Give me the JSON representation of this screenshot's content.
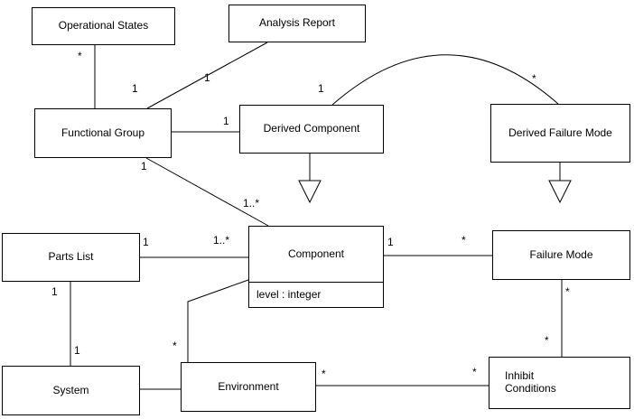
{
  "classes": {
    "operational_states": {
      "name": "Operational States"
    },
    "analysis_report": {
      "name": "Analysis Report"
    },
    "functional_group": {
      "name": "Functional Group"
    },
    "derived_component": {
      "name": "Derived Component"
    },
    "derived_failure_mode": {
      "name": "Derived Failure Mode"
    },
    "parts_list": {
      "name": "Parts List"
    },
    "component": {
      "name": "Component",
      "attributes": [
        "level : integer"
      ]
    },
    "failure_mode": {
      "name": "Failure Mode"
    },
    "system": {
      "name": "System"
    },
    "environment": {
      "name": "Environment"
    },
    "inhibit_conditions": {
      "name": "Inhibit Conditions"
    }
  },
  "multiplicities": {
    "operational_states_end": "*",
    "functional_group_operational_states_end": "1",
    "analysis_report_end": "1",
    "derived_component_functional_group_end": "1",
    "derived_component_arc_end": "1",
    "derived_failure_mode_arc_end": "*",
    "functional_group_component_end": "1",
    "component_functional_group_end": "1..*",
    "parts_list_component_end": "1",
    "component_parts_list_end": "1..*",
    "component_failure_mode_end": "1",
    "failure_mode_component_end": "*",
    "parts_list_system_end": "1",
    "system_parts_list_end": "1",
    "environment_component_end": "*",
    "environment_inhibit_end": "*",
    "inhibit_environment_end": "*",
    "failure_mode_inhibit_end": "*",
    "inhibit_failure_mode_end": "*"
  }
}
